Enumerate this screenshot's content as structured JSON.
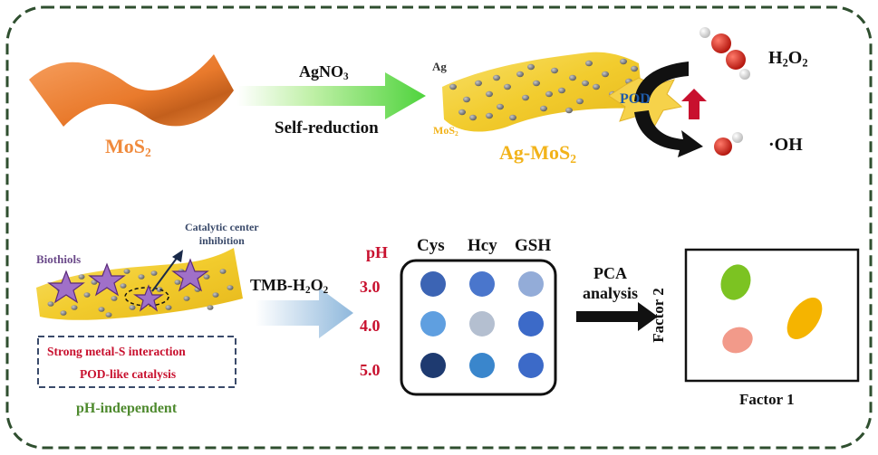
{
  "colors": {
    "border": "#2f4f2f",
    "mos2": "#f08a3c",
    "ag_mos2_label": "#f2b31a",
    "sheet_yellow": "#f5d339",
    "green_arrow": "#4fd33d",
    "blue_arrow": "#9ec2de",
    "red_text": "#c8102e",
    "purple": "#6b4a8a",
    "green_text": "#4e8a2e",
    "dark_text": "#111111",
    "navy": "#3a4a6a"
  },
  "top": {
    "mos2_label": "MoS",
    "mos2_sub": "2",
    "reagent": "AgNO",
    "reagent_sub": "3",
    "process": "Self-reduction",
    "ag_label": "Ag",
    "sheet_label": "MoS",
    "sheet_sub": "2",
    "composite_label": "Ag-MoS",
    "composite_sub": "2",
    "enzyme_label": "POD",
    "h2o2_label": "H",
    "h2o2_sub1": "2",
    "h2o2_mid": "O",
    "h2o2_sub2": "2",
    "oh_label": "·OH"
  },
  "bottom": {
    "inhibition_label": "Catalytic center inhibition",
    "inhibition_line1": "Catalytic center",
    "inhibition_line2": "inhibition",
    "biothiols_label": "Biothiols",
    "mechanism_1": "Strong metal-S interaction",
    "mechanism_2": "POD-like catalysis",
    "ph_independent": "pH-independent",
    "substrate_label": "TMB-H",
    "substrate_sub": "2",
    "substrate_mid": "O",
    "substrate_sub2": "2",
    "ph_header": "pH",
    "ph_values": [
      "3.0",
      "4.0",
      "5.0"
    ],
    "columns": [
      "Cys",
      "Hcy",
      "GSH"
    ],
    "spot_colors": [
      [
        "#3c64b4",
        "#4a76cc",
        "#93acd8"
      ],
      [
        "#5f9fe0",
        "#b4bfd0",
        "#3c6ac8"
      ],
      [
        "#1e3a70",
        "#3a86cc",
        "#3c6ac8"
      ]
    ],
    "analysis_line1": "PCA",
    "analysis_line2": "analysis",
    "factor_x": "Factor 1",
    "factor_y": "Factor 2",
    "clusters": [
      {
        "name": "green-cluster",
        "color": "#7cc322"
      },
      {
        "name": "orange-cluster",
        "color": "#f5b400"
      },
      {
        "name": "pink-cluster",
        "color": "#f29a8a"
      }
    ]
  }
}
